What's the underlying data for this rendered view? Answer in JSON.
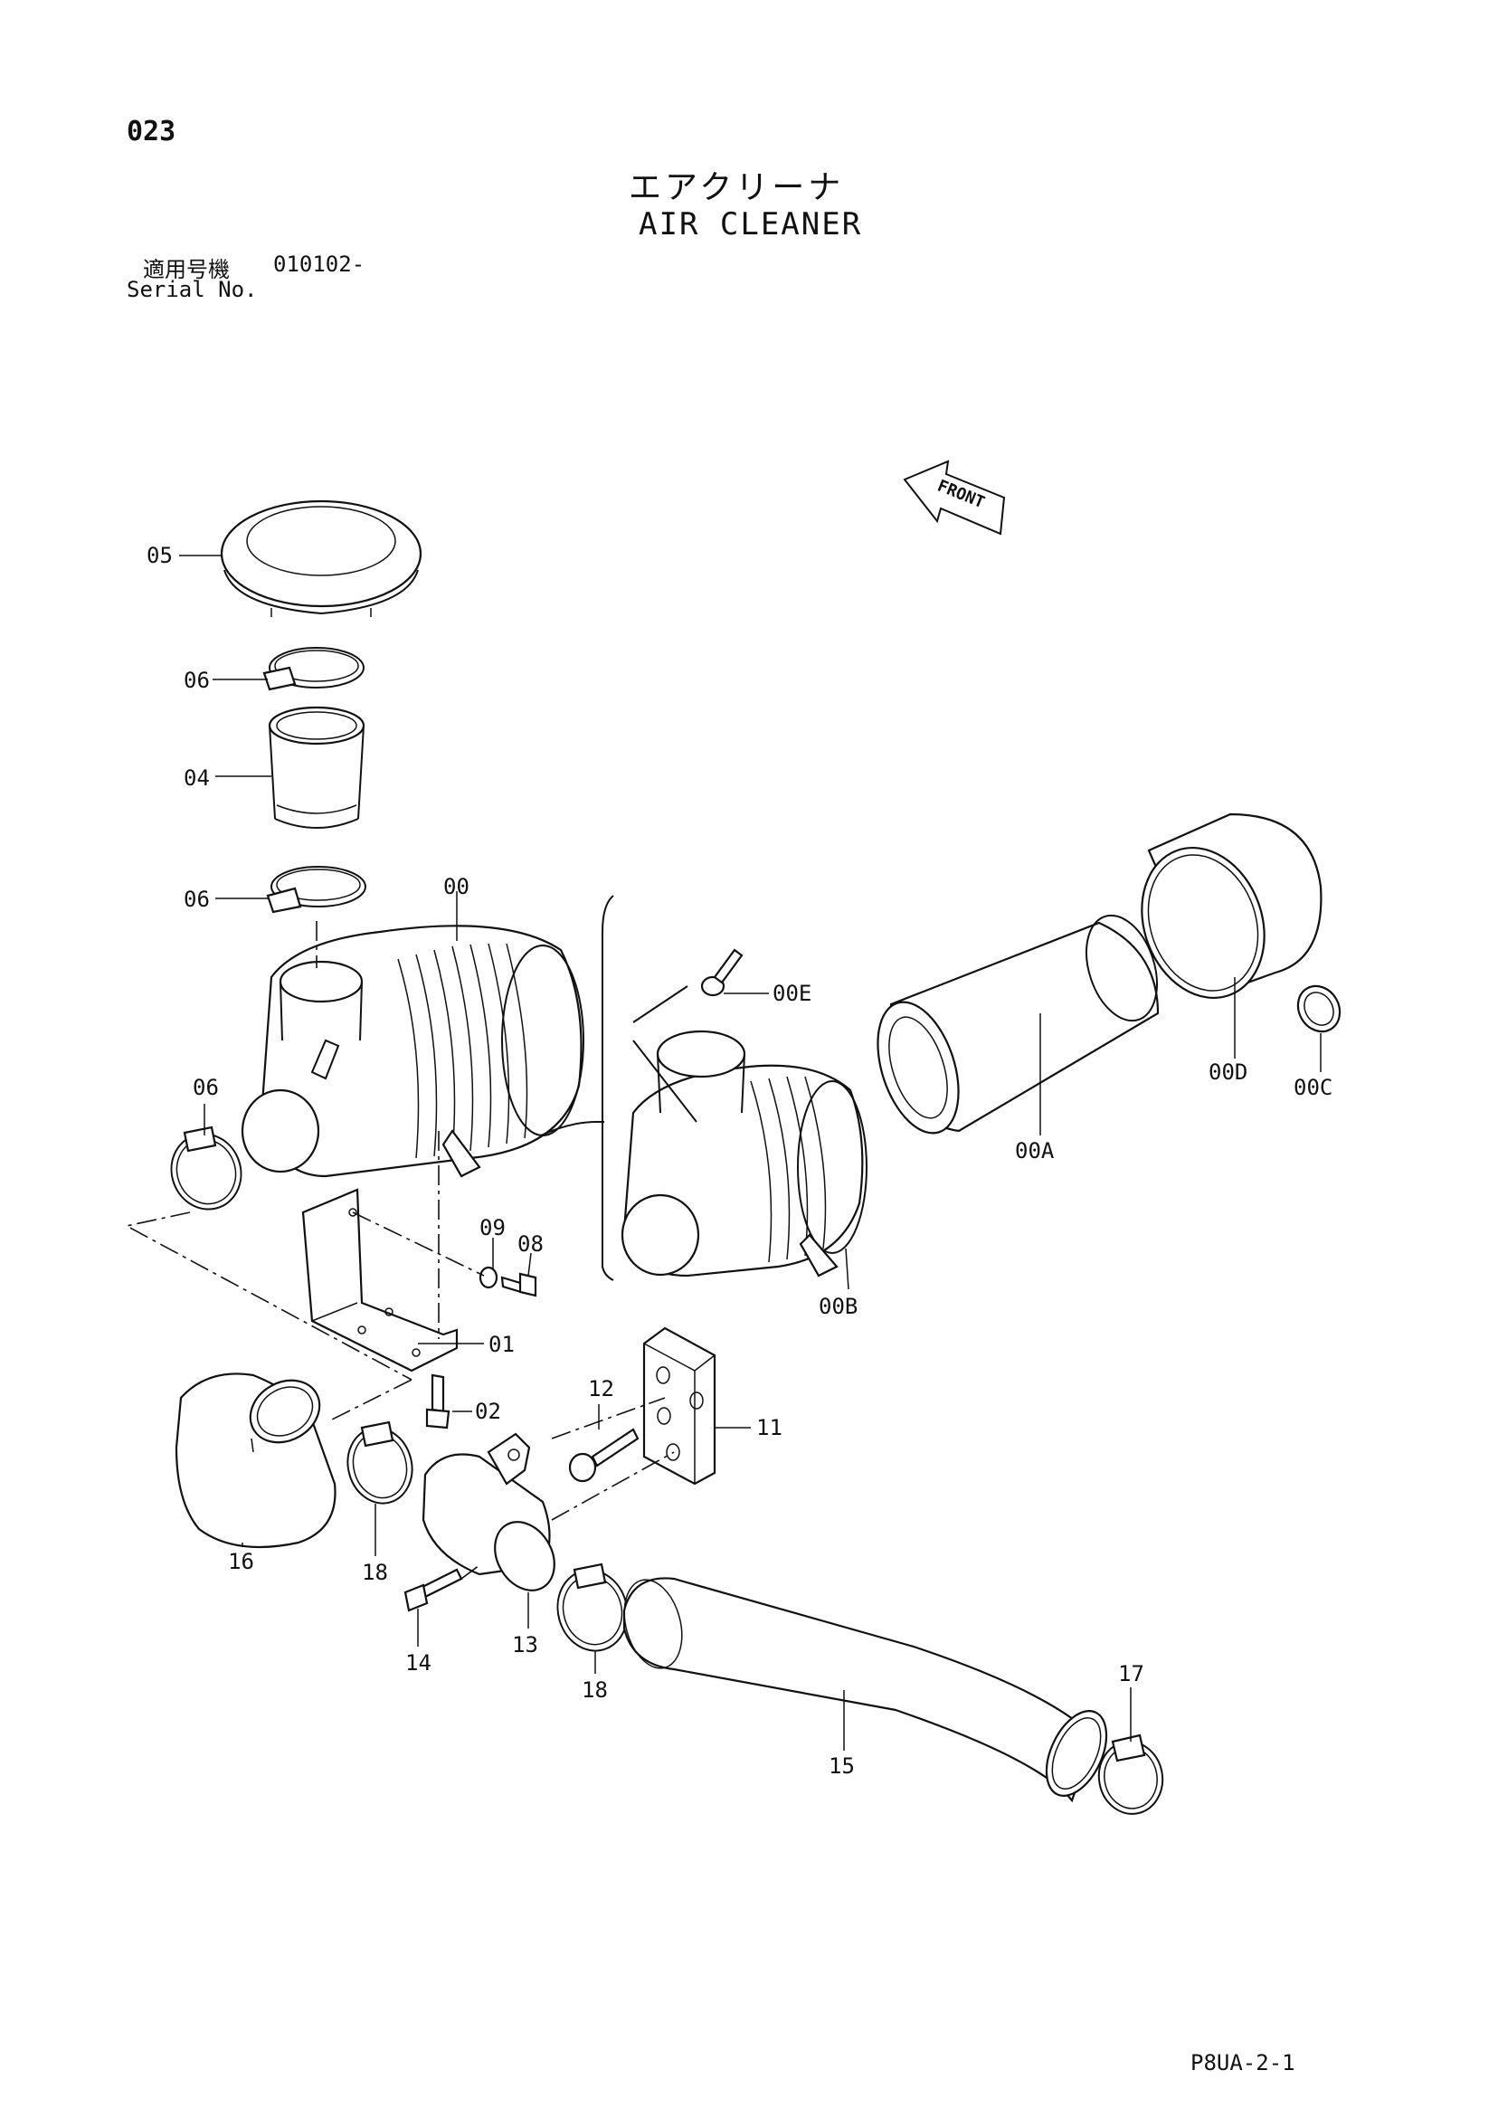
{
  "header": {
    "page_number": "023",
    "title_jp": "エアクリーナ",
    "title_en": "AIR CLEANER",
    "serial_label_jp": "適用号機",
    "serial_value": "010102-",
    "serial_label_en": "Serial No."
  },
  "front_arrow": {
    "label": "FRONT"
  },
  "callouts": {
    "p05": "05",
    "p06a": "06",
    "p04": "04",
    "p06b": "06",
    "p00": "00",
    "p06c": "06",
    "p09": "09",
    "p08": "08",
    "p01": "01",
    "p02": "02",
    "p00E": "00E",
    "p00A": "00A",
    "p00B": "00B",
    "p00D": "00D",
    "p00C": "00C",
    "p12": "12",
    "p11": "11",
    "p16": "16",
    "p18a": "18",
    "p13": "13",
    "p14": "14",
    "p18b": "18",
    "p15": "15",
    "p17": "17"
  },
  "footer": {
    "sheet_code": "P8UA-2-1"
  }
}
